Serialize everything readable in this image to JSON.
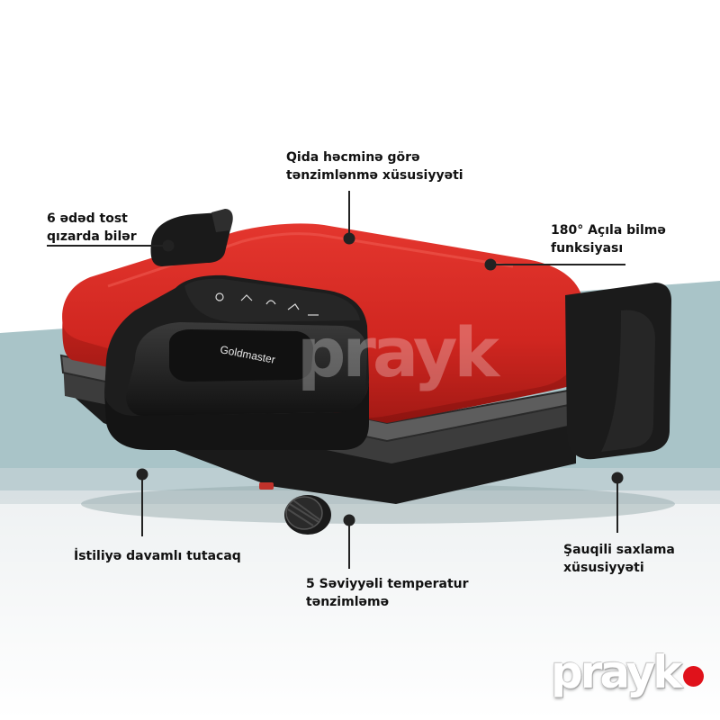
{
  "colors": {
    "backdrop_blue": "#a9c4c8",
    "lid_red": "#d72a24",
    "lid_red_dark": "#a51a15",
    "body_black": "#1c1c1c",
    "brand_dot": "#e0121b"
  },
  "features": {
    "toast": {
      "line1": "6 ədəd tost",
      "line2": "qızarda bilər"
    },
    "capacity": {
      "line1": "Qida həcminə görə",
      "line2": "tənzimlənmə xüsusiyyəti"
    },
    "open_angle": {
      "line1": "180° Açıla bilmə",
      "line2": "funksiyası"
    },
    "handle": {
      "line1": "İstiliyə davamlı tutacaq"
    },
    "temperature": {
      "line1": "5 Səviyyəli temperatur",
      "line2": "tənzimləmə"
    },
    "storage": {
      "line1": "Şauqili saxlama",
      "line2": "xüsusiyyəti"
    }
  },
  "product": {
    "brand_on_handle": "Goldmaster"
  },
  "brand": {
    "logo": "prayk",
    "watermark": "prayk"
  }
}
